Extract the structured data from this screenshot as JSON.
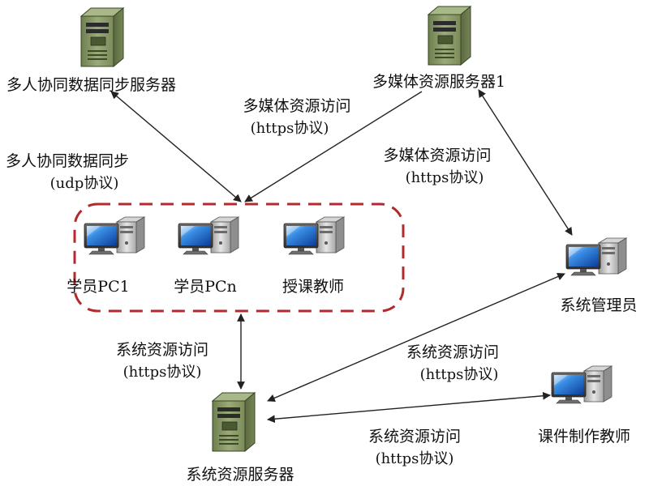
{
  "servers": {
    "collab": {
      "label": "多人协同数据同步服务器"
    },
    "media": {
      "label": "多媒体资源服务器1"
    },
    "system": {
      "label": "系统资源服务器"
    }
  },
  "group": {
    "border_color": "#b22a2e",
    "members": [
      {
        "label": "学员PC1"
      },
      {
        "label": "学员PCn"
      },
      {
        "label": "授课教师"
      }
    ]
  },
  "clients": {
    "admin": {
      "label": "系统管理员"
    },
    "author": {
      "label": "课件制作教师"
    }
  },
  "connections": {
    "collab_sync": {
      "title": "多人协同数据同步",
      "protocol": "(udp协议)"
    },
    "media_group": {
      "title": "多媒体资源访问",
      "protocol": "(https协议)"
    },
    "media_admin": {
      "title": "多媒体资源访问",
      "protocol": "(https协议)"
    },
    "system_group": {
      "title": "系统资源访问",
      "protocol": "(https协议)"
    },
    "system_admin": {
      "title": "系统资源访问",
      "protocol": "(https协议)"
    },
    "system_author": {
      "title": "系统资源访问",
      "protocol": "(https协议)"
    }
  },
  "colors": {
    "server_body": "#8a9a6a",
    "monitor_screen": "#1f6fd0",
    "arrow": "#222222",
    "text": "#111111"
  },
  "icons": [
    "server-icon",
    "computer-icon"
  ]
}
